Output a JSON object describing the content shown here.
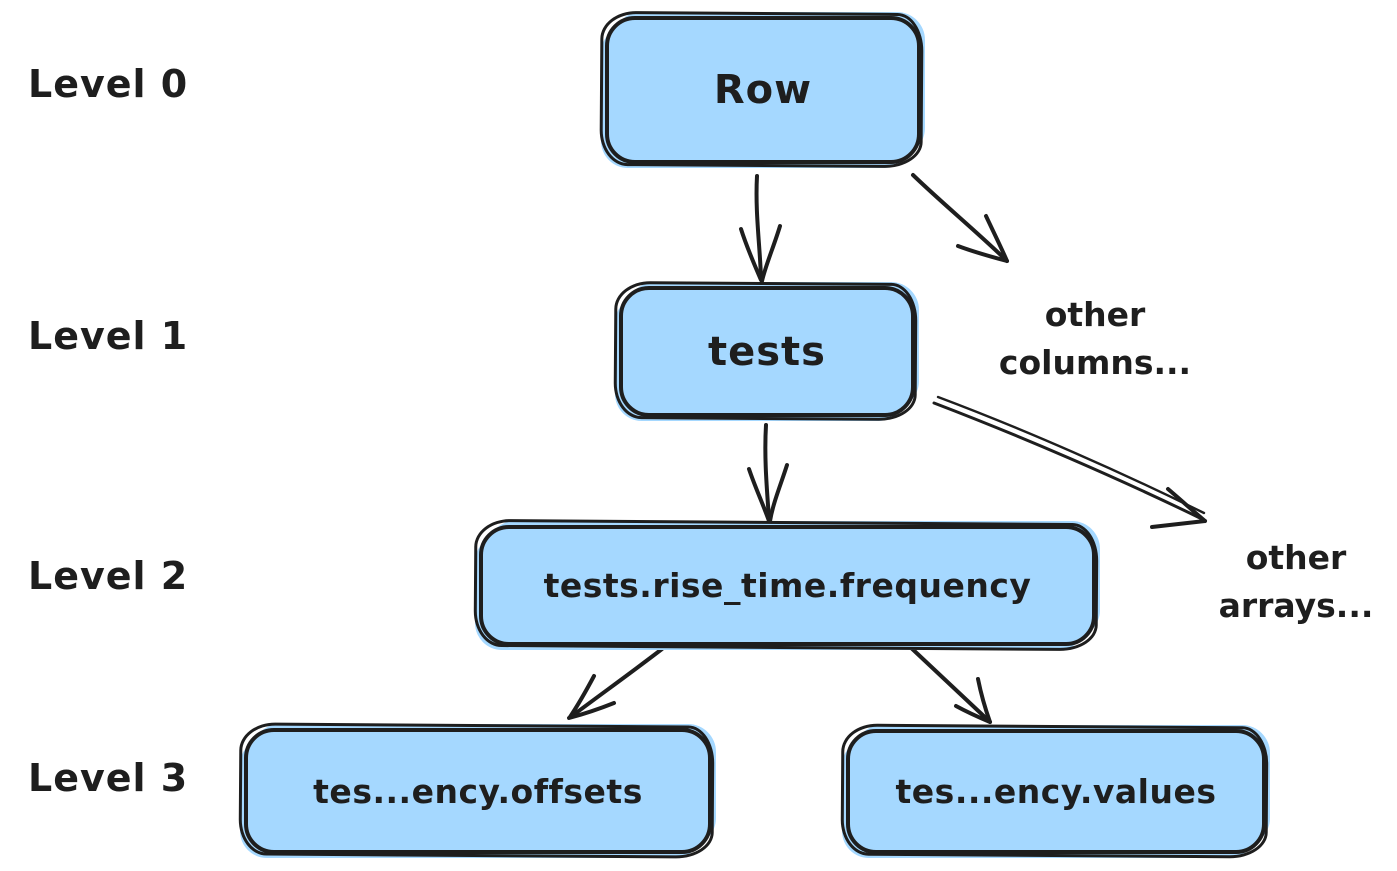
{
  "diagram": {
    "level_labels": [
      "Level 0",
      "Level 1",
      "Level 2",
      "Level 3"
    ],
    "nodes": {
      "row": {
        "label": "Row",
        "level": 0
      },
      "tests": {
        "label": "tests",
        "level": 1
      },
      "frequency": {
        "label": "tests.rise_time.frequency",
        "level": 2
      },
      "offsets": {
        "label": "tes...ency.offsets",
        "level": 3
      },
      "values": {
        "label": "tes...ency.values",
        "level": 3
      }
    },
    "annotations": {
      "other_columns": "other\ncolumns...",
      "other_arrays": "other\narrays..."
    },
    "edges": [
      {
        "from": "row",
        "to": "tests"
      },
      {
        "from": "row",
        "to": "other_columns"
      },
      {
        "from": "tests",
        "to": "frequency"
      },
      {
        "from": "tests",
        "to": "other_arrays"
      },
      {
        "from": "frequency",
        "to": "offsets"
      },
      {
        "from": "frequency",
        "to": "values"
      }
    ],
    "colors": {
      "node_fill": "#a5d8ff",
      "stroke": "#1e1e1e",
      "background": "#ffffff"
    }
  }
}
